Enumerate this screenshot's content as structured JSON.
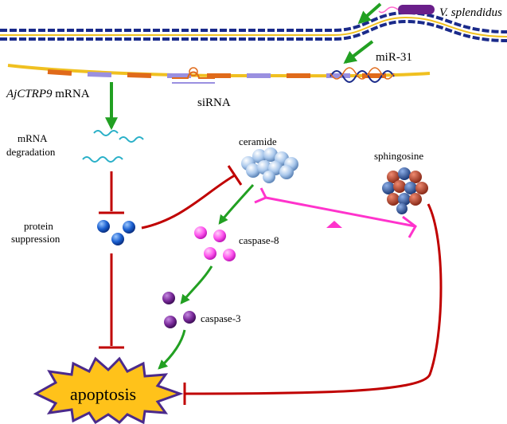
{
  "labels": {
    "pathogen": "V. splendidus",
    "mirna": "miR-31",
    "gene_italic": "AjCTRP9",
    "gene_suffix": " mRNA",
    "sirna": "siRNA",
    "mrna_degradation_1": "mRNA",
    "mrna_degradation_2": "degradation",
    "protein_suppression_1": "protein",
    "protein_suppression_2": "suppression",
    "ceramide": "ceramide",
    "sphingosine": "sphingosine",
    "caspase8": "caspase-8",
    "caspase3": "caspase-3",
    "apoptosis": "apoptosis"
  },
  "colors": {
    "activation_arrow": "#22a022",
    "inhibition_line": "#c00000",
    "rheostat": "#ff33cc",
    "caspase8": "#ff55ee",
    "caspase3": "#7a2a9a",
    "protein": "#1a5fd0",
    "ceramide": "#aac8ec",
    "sphingosine_red": "#b8402a",
    "sphingosine_blue": "#3a5da0",
    "apoptosis_fill": "#ffc21a",
    "apoptosis_border": "#4b2a8c",
    "dna_strand": "#1a2a8a",
    "mrna_strand": "#f0c020"
  }
}
